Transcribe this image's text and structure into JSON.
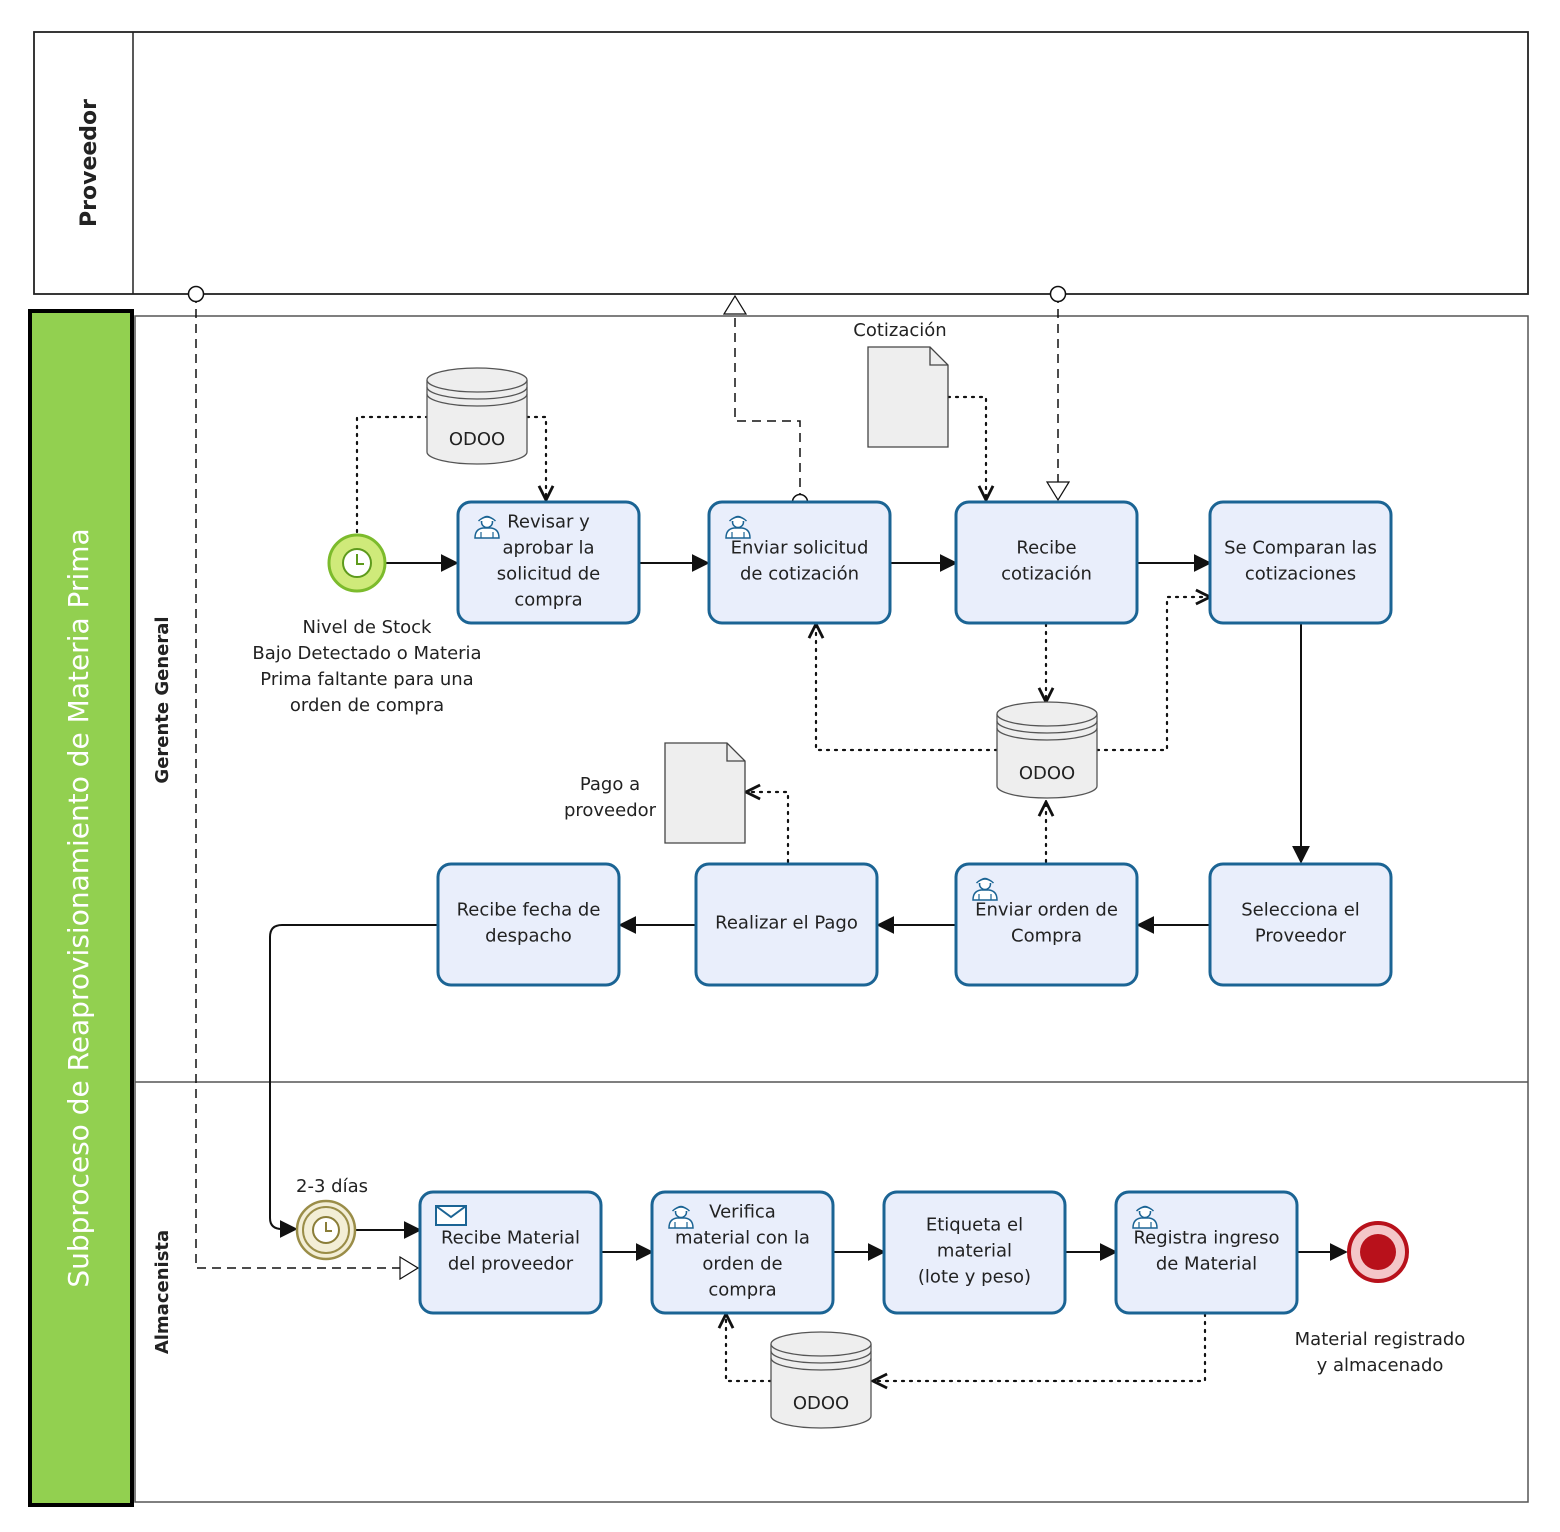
{
  "pools": {
    "proveedor": {
      "title": "Proveedor"
    },
    "main": {
      "title": "Subproceso de Reaprovisionamiento de Materia Prima",
      "lanes": [
        {
          "id": "gerente",
          "title": "Gerente General"
        },
        {
          "id": "almacenista",
          "title": "Almacenista"
        }
      ]
    }
  },
  "tasks": {
    "revisar": {
      "lines": [
        "Revisar y",
        "aprobar la",
        "solicitud de",
        "compra"
      ]
    },
    "enviar_solicitud": {
      "lines": [
        "Enviar solicitud",
        "de cotización"
      ]
    },
    "recibe_cotizacion": {
      "lines": [
        "Recibe",
        "cotización"
      ]
    },
    "comparan": {
      "lines": [
        "Se Comparan las",
        "cotizaciones"
      ]
    },
    "selecciona": {
      "lines": [
        "Selecciona el",
        "Proveedor"
      ]
    },
    "enviar_orden": {
      "lines": [
        "Enviar orden de",
        "Compra"
      ]
    },
    "realizar_pago": {
      "lines": [
        "Realizar el Pago"
      ]
    },
    "recibe_fecha": {
      "lines": [
        "Recibe fecha de",
        "despacho"
      ]
    },
    "recibe_material": {
      "lines": [
        "Recibe Material",
        "del proveedor"
      ]
    },
    "verifica": {
      "lines": [
        "Verifica",
        "material con la",
        "orden de",
        "compra"
      ]
    },
    "etiqueta": {
      "lines": [
        "Etiqueta el",
        "material",
        "(lote y peso)"
      ]
    },
    "registra": {
      "lines": [
        "Registra ingreso",
        "de Material"
      ]
    }
  },
  "events": {
    "start": {
      "lines": [
        "Nivel de Stock",
        "Bajo Detectado o Materia",
        "Prima faltante para una",
        "orden de compra"
      ]
    },
    "timer": {
      "lines": [
        "2-3 días"
      ]
    },
    "end": {
      "lines": [
        "Material registrado",
        "y almacenado"
      ]
    }
  },
  "artifacts": {
    "db1": {
      "label": "ODOO"
    },
    "db2": {
      "label": "ODOO"
    },
    "db3": {
      "label": "ODOO"
    },
    "doc_cotizacion": {
      "lines": [
        "Cotización"
      ]
    },
    "doc_pago": {
      "lines": [
        "Pago a",
        "proveedor"
      ]
    }
  },
  "colors": {
    "task_fill": "#e9eefb",
    "task_stroke": "#1b6494",
    "pool_band": "#92d050",
    "start_fill": "#cfea7a",
    "start_stroke": "#7cbb2c",
    "timer_fill": "#f3eed6",
    "timer_stroke": "#9a8d48",
    "end_fill": "#b8111b",
    "artifact_fill": "#eeeeee"
  }
}
